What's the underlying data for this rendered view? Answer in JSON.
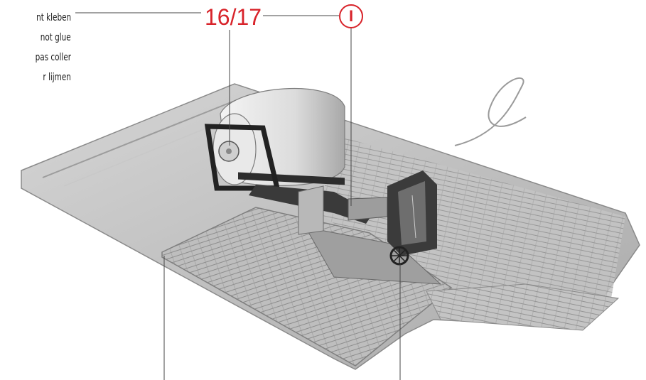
{
  "note": {
    "lines": [
      "nt kleben",
      "not glue",
      "pas coller",
      "r lijmen"
    ]
  },
  "callouts": {
    "part_number": "16/17",
    "letter": "I"
  },
  "colors": {
    "callout_red": "#d8232a",
    "note_text": "#1a1a1a",
    "leader_line": "#444444",
    "base_plate": "#bdbdbd"
  }
}
